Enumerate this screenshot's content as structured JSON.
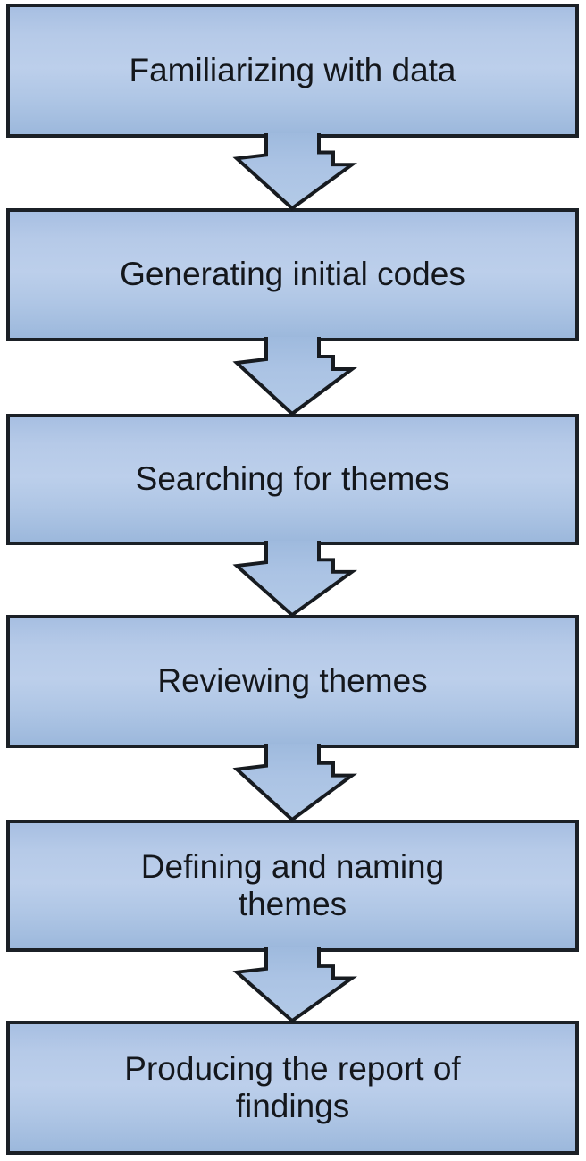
{
  "flowchart": {
    "steps": [
      {
        "label": "Familiarizing with data"
      },
      {
        "label": "Generating initial codes"
      },
      {
        "label": "Searching for themes"
      },
      {
        "label": "Reviewing themes"
      },
      {
        "label": "Defining and naming\nthemes"
      },
      {
        "label": "Producing the report of\nfindings"
      }
    ],
    "colors": {
      "box_fill_light": "#bccfeb",
      "box_fill_dark": "#9cb8dc",
      "border": "#1b2026",
      "text": "#14171c",
      "background": "#ffffff"
    }
  }
}
